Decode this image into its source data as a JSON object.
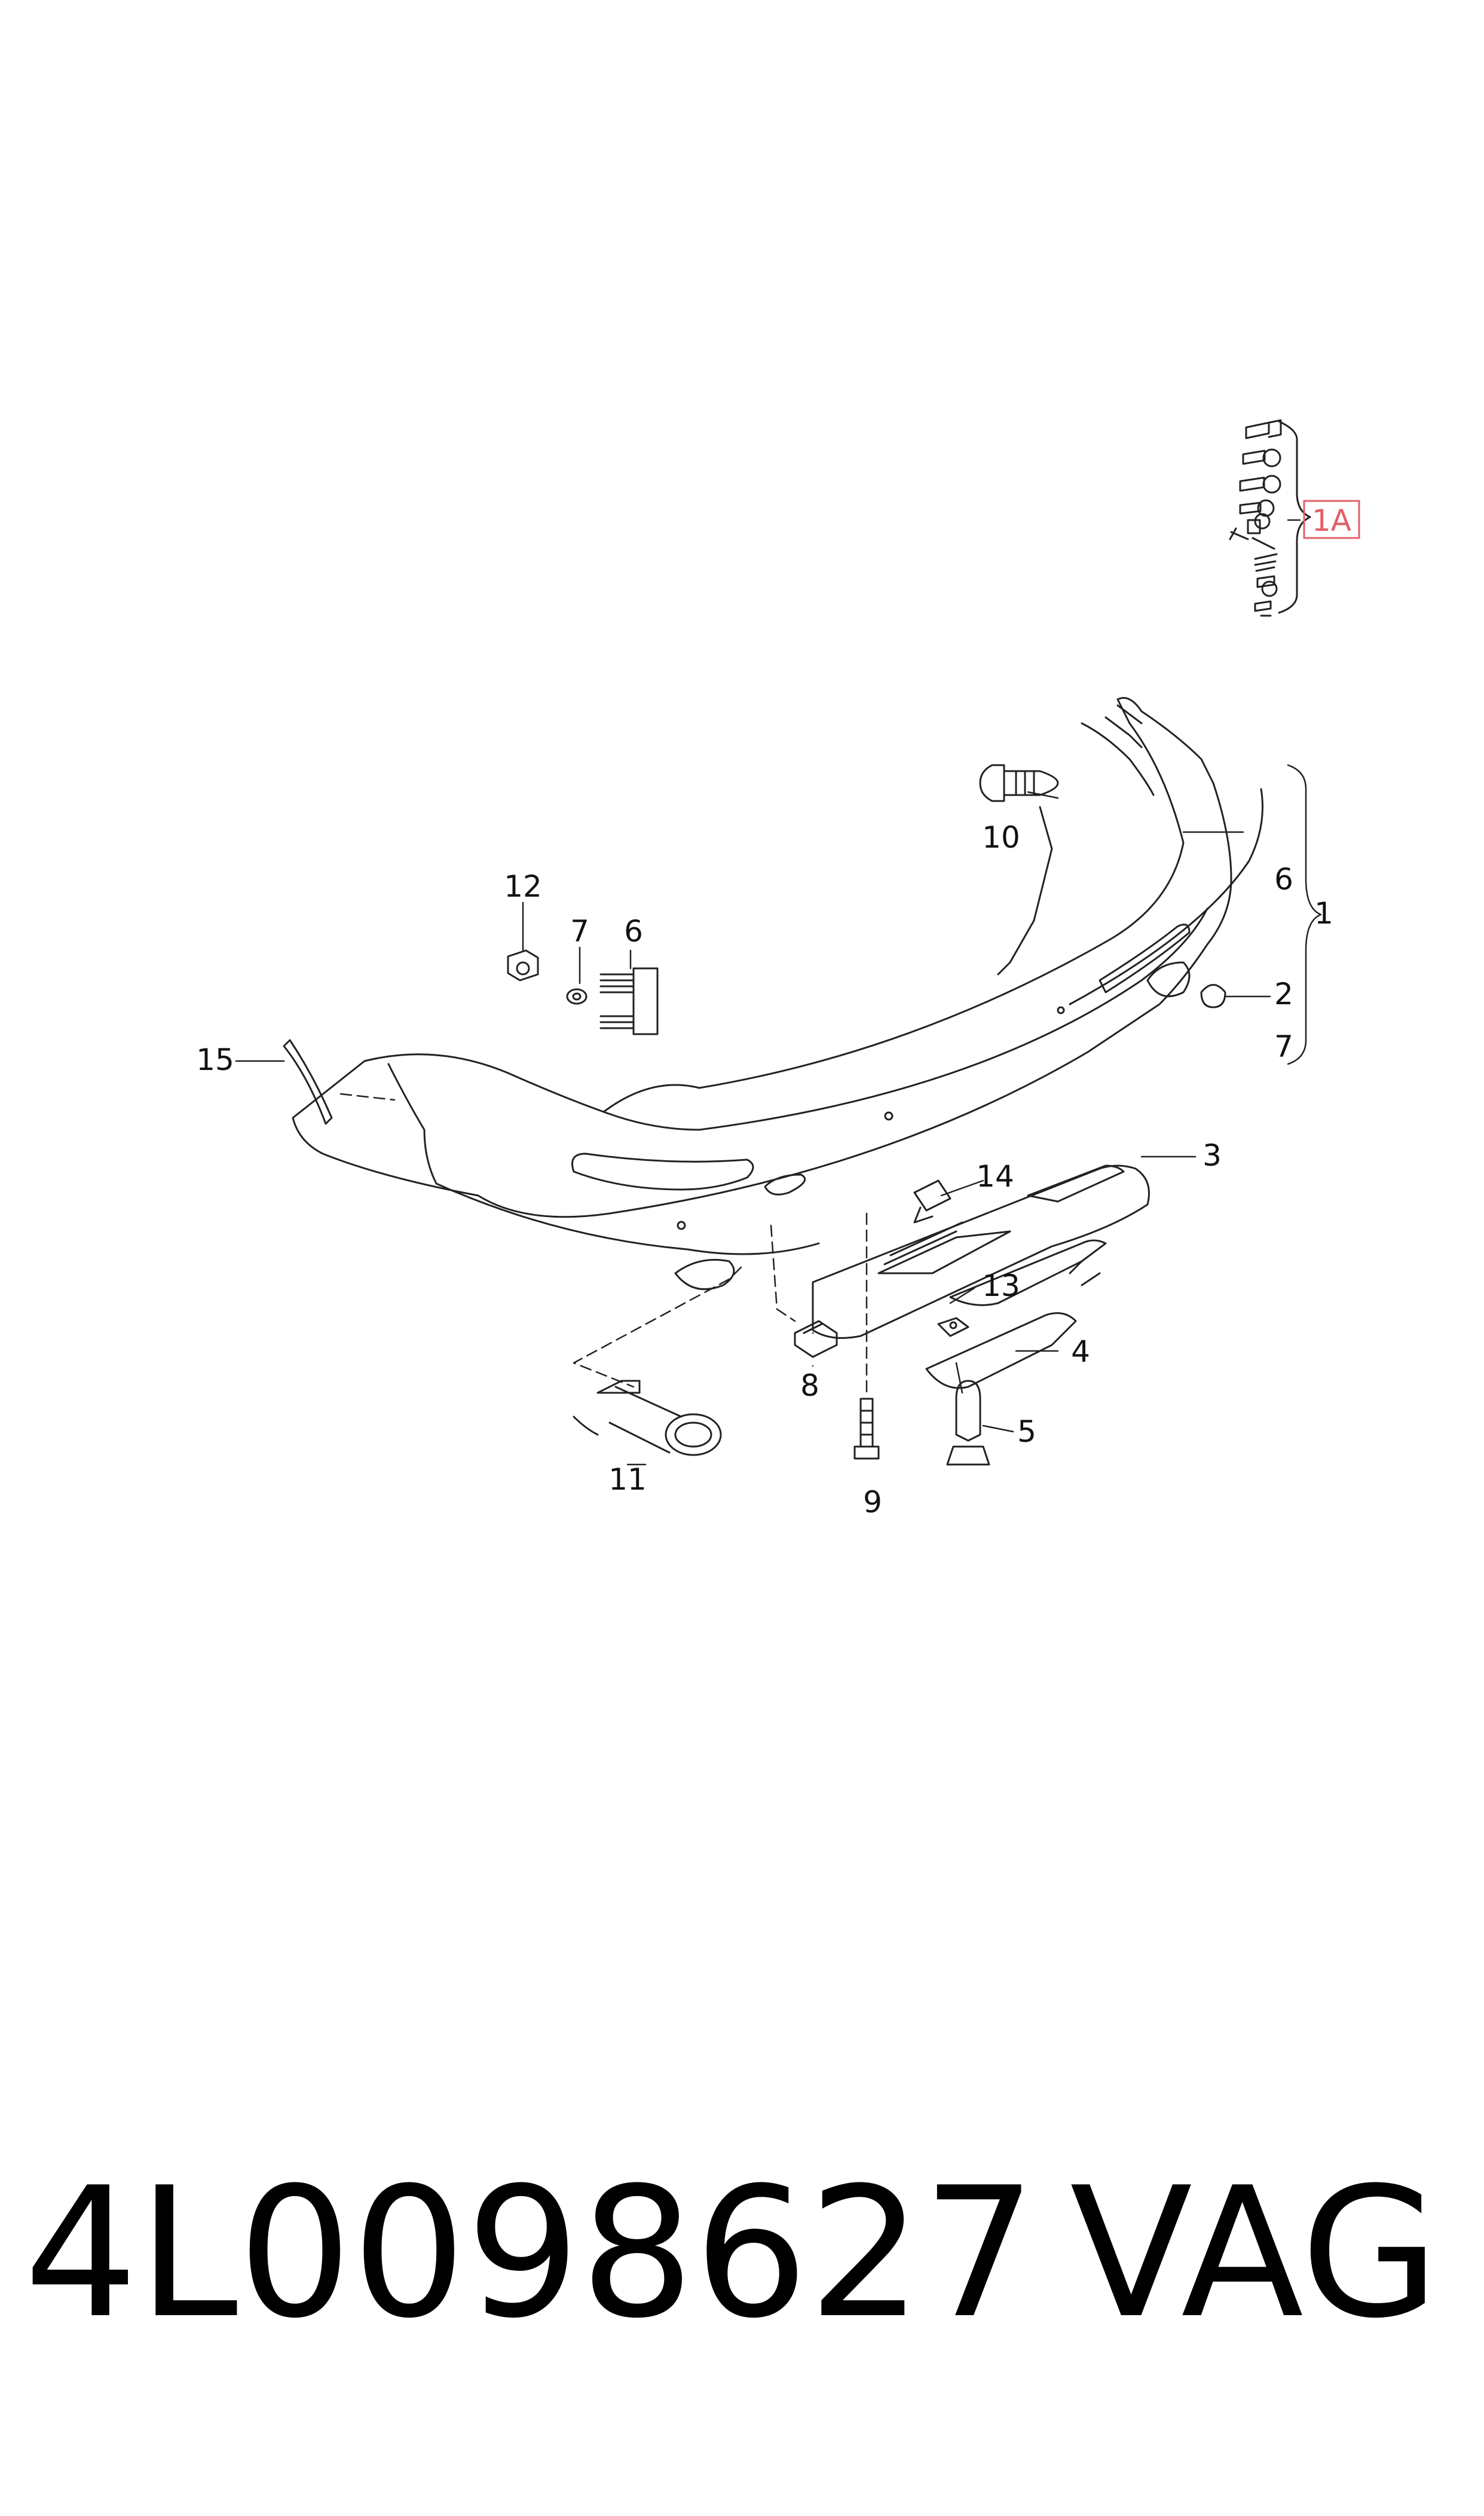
{
  "callouts": {
    "c1": "1",
    "c1a": "1A",
    "c2": "2",
    "c3": "3",
    "c4": "4",
    "c5": "5",
    "c6": "6",
    "c7": "7",
    "c8": "8",
    "c9": "9",
    "c10": "10",
    "c11": "11",
    "c12": "12",
    "c13": "13",
    "c14": "14",
    "c15": "15"
  },
  "highlight_color": "#e0606a",
  "footer": {
    "part_number": "4L0098627",
    "brand": "VAG"
  }
}
